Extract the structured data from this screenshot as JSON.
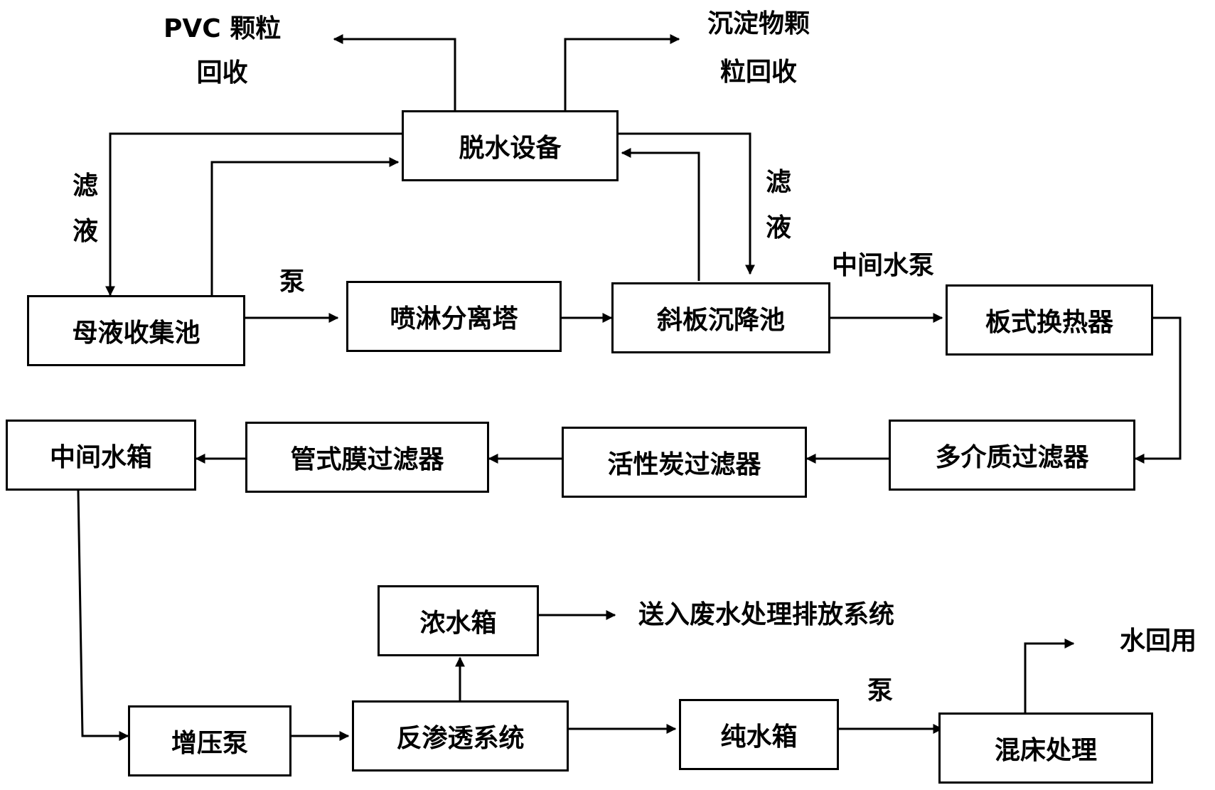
{
  "boxes": {
    "dewater": "脱水设备",
    "mother_liquor": "母液收集池",
    "spray_tower": "喷淋分离塔",
    "settling_tank": "斜板沉降池",
    "plate_hx": "板式换热器",
    "multimedia_filter": "多介质过滤器",
    "carbon_filter": "活性炭过滤器",
    "tube_membrane": "管式膜过滤器",
    "mid_tank": "中间水箱",
    "booster_pump": "增压泵",
    "ro_system": "反渗透系统",
    "conc_tank": "浓水箱",
    "pure_tank": "纯水箱",
    "mixed_bed": "混床处理"
  },
  "labels": {
    "pvc_recovery": "PVC 颗粒\n回收",
    "sediment_recovery": "沉淀物颗\n粒回收",
    "filtrate_left": "滤液",
    "filtrate_right": "滤液",
    "pump_1": "泵",
    "mid_pump": "中间水泵",
    "to_wastewater": "送入废水处理排放系统",
    "pump_2": "泵",
    "water_reuse": "水回用"
  }
}
